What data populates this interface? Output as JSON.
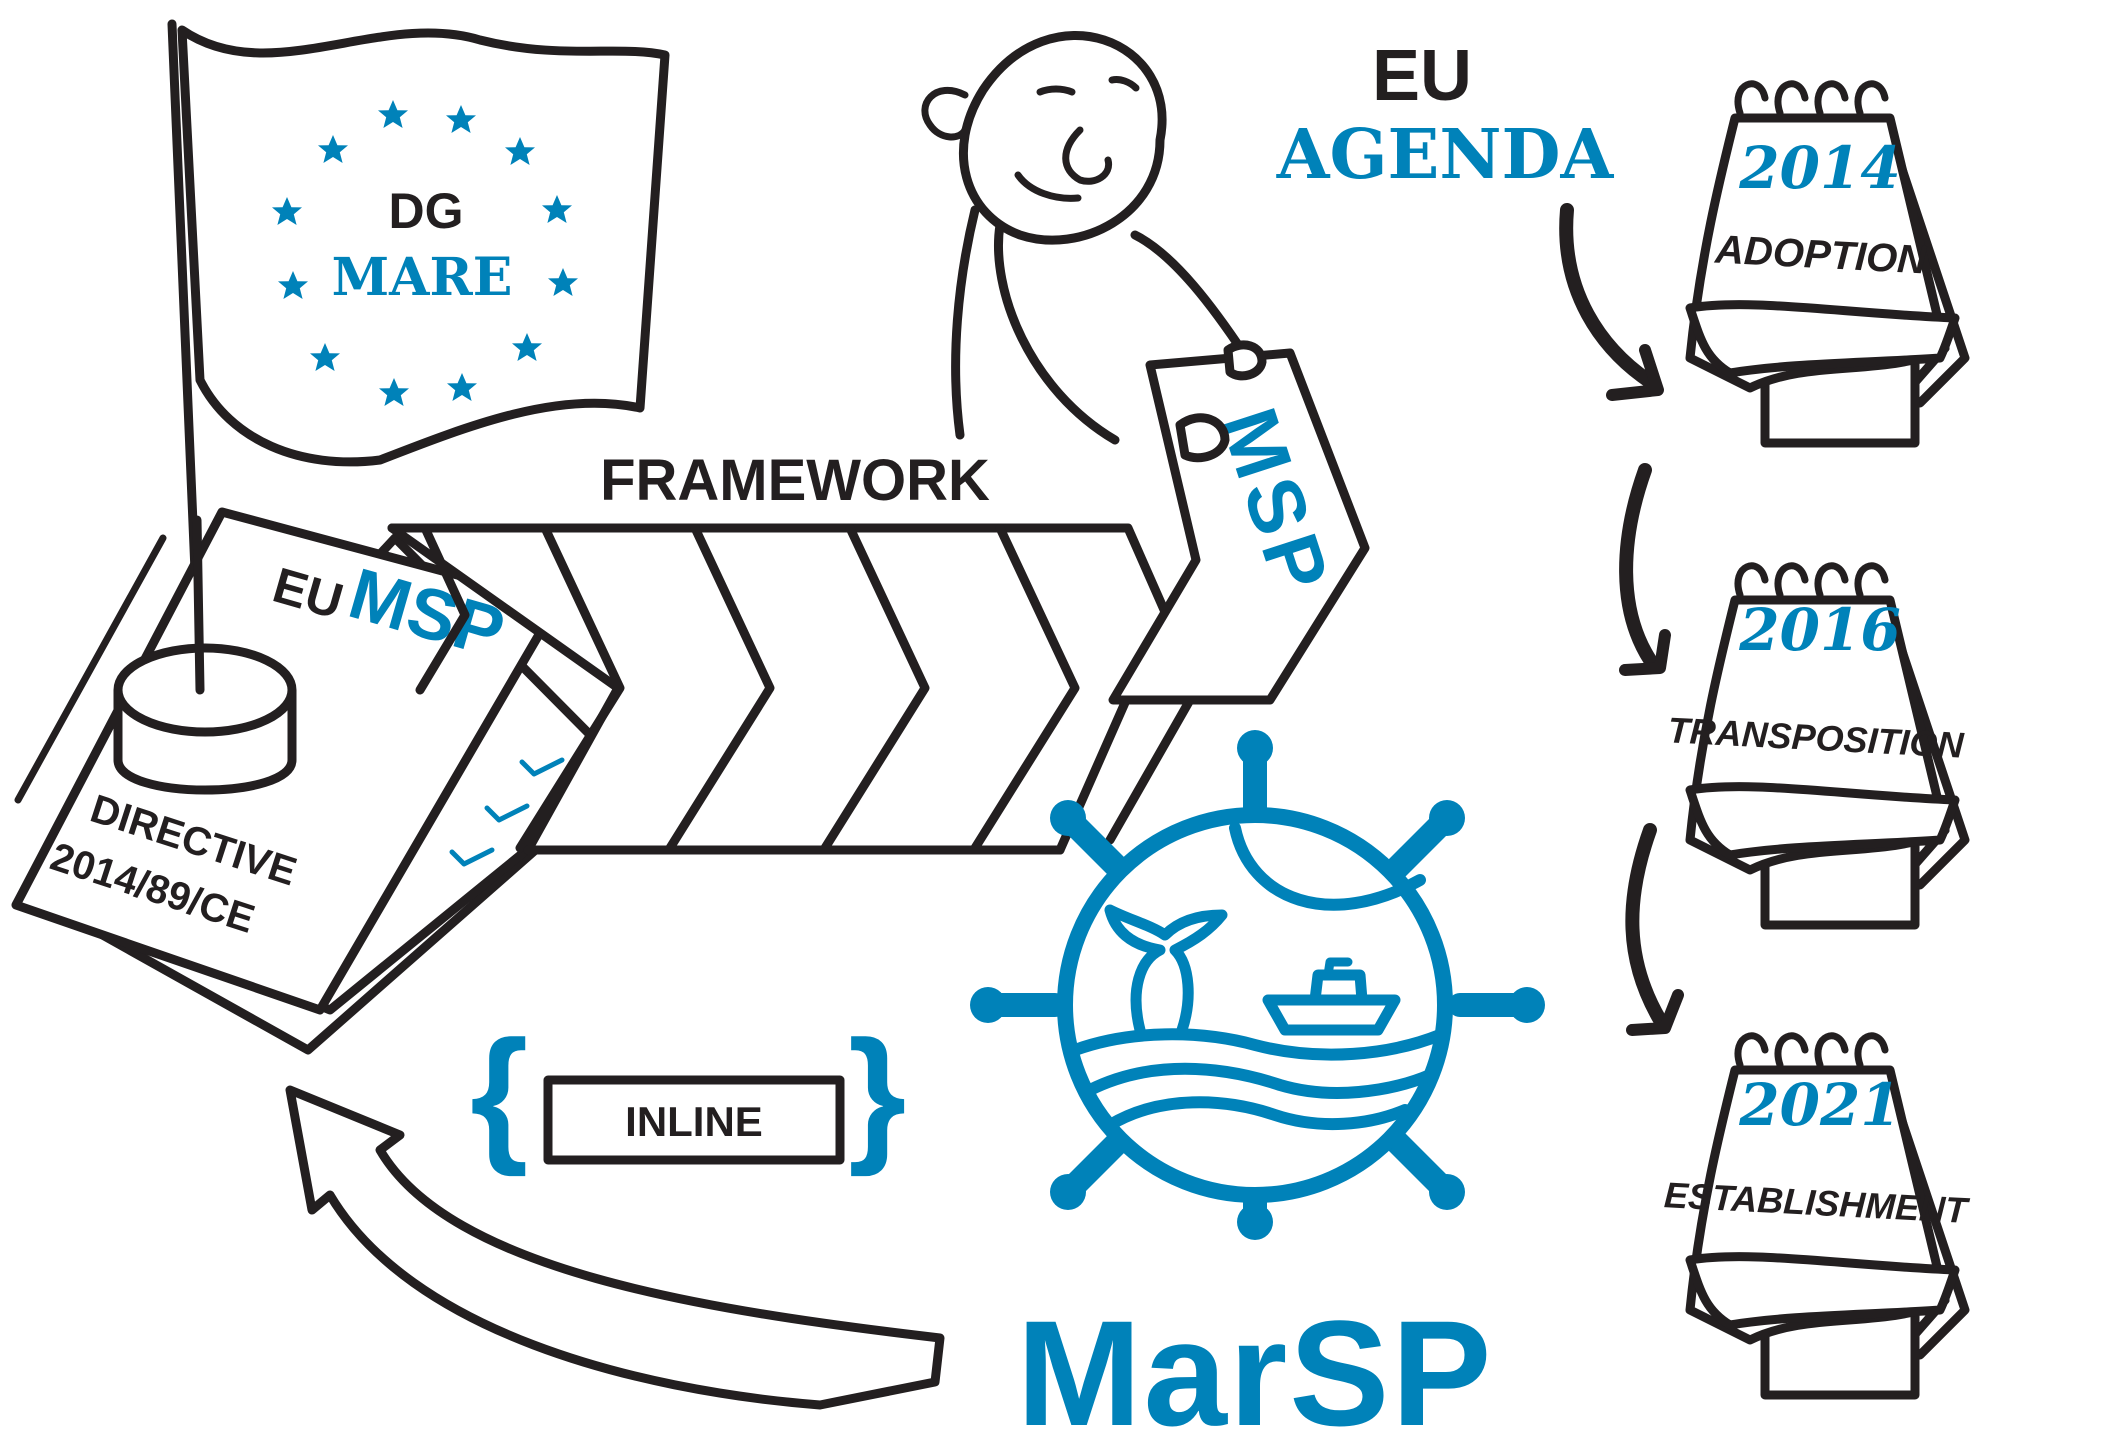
{
  "colors": {
    "ink": "#231f20",
    "accent": "#0082b9",
    "background": "#ffffff"
  },
  "flag": {
    "line1": "DG",
    "line2": "MARE"
  },
  "framework_label": "FRAMEWORK",
  "sign": {
    "text": "MSP"
  },
  "document": {
    "prefix": "EU",
    "title": "MSP",
    "line1": "DIRECTIVE",
    "line2": "2014/89/CE"
  },
  "agenda": {
    "line1": "EU",
    "line2": "AGENDA"
  },
  "calendars": [
    {
      "year": "2014",
      "label": "ADOPTION"
    },
    {
      "year": "2016",
      "label": "TRANSPOSITION"
    },
    {
      "year": "2021",
      "label": "ESTABLISHMENT"
    }
  ],
  "inline_box": {
    "label": "INLINE"
  },
  "logo": {
    "name": "MarSP"
  },
  "icons": [
    "eu-flag-icon",
    "person-icon",
    "msp-sign-icon",
    "directive-document-icon",
    "calendar-icon",
    "ship-wheel-logo-icon",
    "whale-tail-icon",
    "ship-icon",
    "curved-arrow-icon",
    "down-arrow-icon"
  ]
}
